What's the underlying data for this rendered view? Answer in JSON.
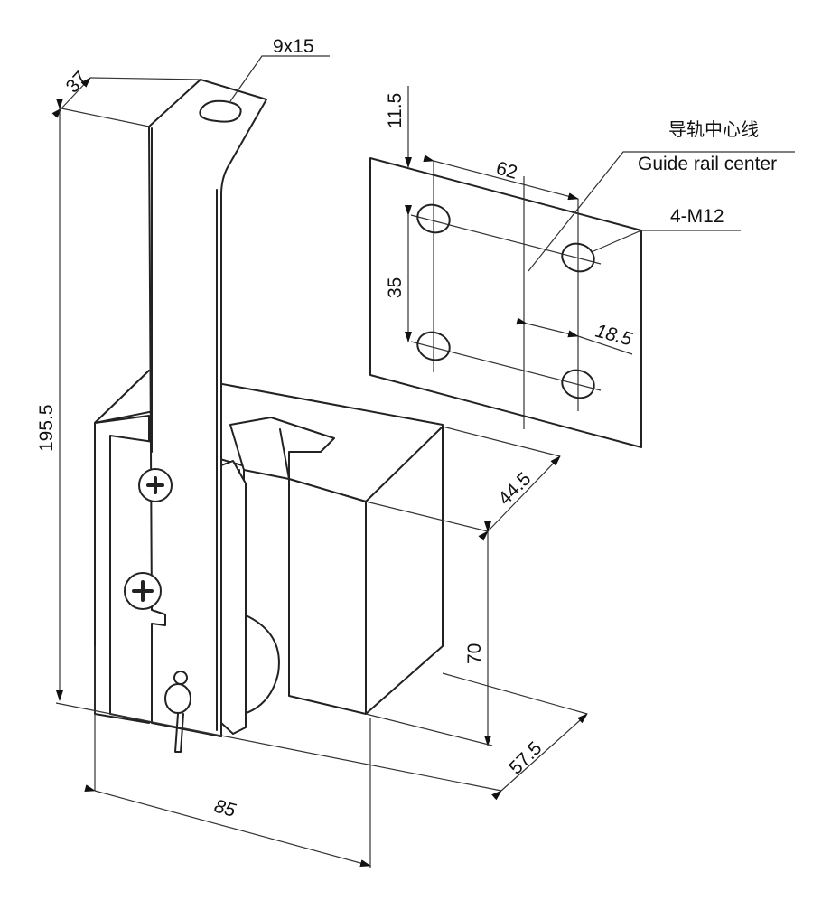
{
  "dimensions": {
    "slot": "9x15",
    "top_offset": "37",
    "total_height": "195.5",
    "plate_top": "11.5",
    "hole_spacing_h": "62",
    "hole_spacing_v": "35",
    "rail_offset": "18.5",
    "block_depth": "44.5",
    "block_height": "70",
    "block_width": "57.5",
    "base_width": "85"
  },
  "labels": {
    "rail_center_cn": "导轨中心线",
    "rail_center_en": "Guide rail center",
    "holes": "4-M12"
  },
  "colors": {
    "line": "#222222",
    "background": "#ffffff"
  }
}
